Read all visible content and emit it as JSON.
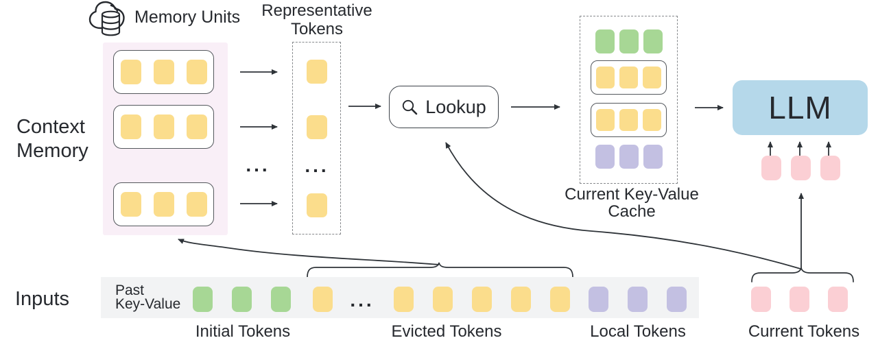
{
  "labels": {
    "memory_units": "Memory Units",
    "representative_tokens": "Representative\nTokens",
    "context_memory": "Context\nMemory",
    "lookup": "Lookup",
    "current_kv_cache": "Current Key-Value\nCache",
    "llm": "LLM",
    "inputs": "Inputs",
    "past_key_value": "Past\nKey-Value",
    "initial_tokens": "Initial Tokens",
    "evicted_tokens": "Evicted Tokens",
    "local_tokens": "Local Tokens",
    "current_tokens": "Current Tokens",
    "ellipsis": "..."
  },
  "colors": {
    "memory_token": "#FBDD8C",
    "initial_token": "#A7D795",
    "local_token": "#C3C0E2",
    "current_token": "#FBCFD4",
    "llm_fill": "#B5D8EA",
    "memory_box_bg": "#F9EFF7",
    "strip_bg": "#F2F3F4",
    "stroke": "#2E3338"
  },
  "tokens": {
    "memory_row": {
      "count": 3,
      "color": "#FBDD8C",
      "name": "memory-token"
    },
    "representative": {
      "count": 1,
      "color": "#FBDD8C",
      "name": "representative-token"
    },
    "cache_initial": {
      "count": 3,
      "color": "#A7D795",
      "name": "initial-token"
    },
    "cache_memory": {
      "count": 3,
      "color": "#FBDD8C",
      "name": "memory-token"
    },
    "cache_local": {
      "count": 3,
      "color": "#C3C0E2",
      "name": "local-token"
    },
    "llm_input": {
      "count": 3,
      "color": "#FBCFD4",
      "name": "current-token"
    },
    "strip_initial": {
      "count": 3,
      "color": "#A7D795",
      "name": "initial-token"
    },
    "strip_evicted_head": {
      "count": 1,
      "color": "#FBDD8C",
      "name": "evicted-token"
    },
    "strip_evicted_tail": {
      "count": 5,
      "color": "#FBDD8C",
      "name": "evicted-token"
    },
    "strip_local": {
      "count": 3,
      "color": "#C3C0E2",
      "name": "local-token"
    },
    "strip_current": {
      "count": 3,
      "color": "#FBCFD4",
      "name": "current-token"
    }
  }
}
